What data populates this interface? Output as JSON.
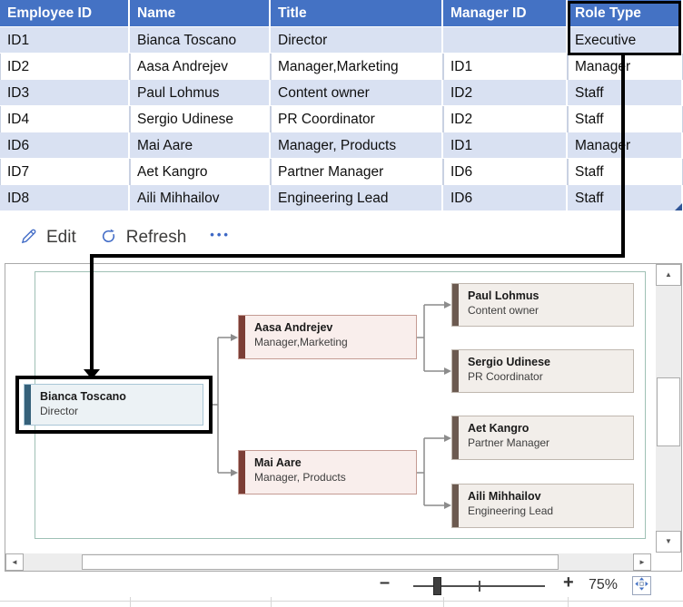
{
  "table": {
    "headers": [
      "Employee ID",
      "Name",
      "Title",
      "Manager ID",
      "Role Type"
    ],
    "rows": [
      {
        "cells": [
          "ID1",
          "Bianca Toscano",
          "Director",
          "",
          "Executive"
        ]
      },
      {
        "cells": [
          "ID2",
          "Aasa Andrejev",
          "Manager,Marketing",
          "ID1",
          "Manager"
        ]
      },
      {
        "cells": [
          "ID3",
          "Paul Lohmus",
          "Content owner",
          "ID2",
          "Staff"
        ]
      },
      {
        "cells": [
          "ID4",
          "Sergio Udinese",
          "PR Coordinator",
          "ID2",
          "Staff"
        ]
      },
      {
        "cells": [
          "ID6",
          "Mai Aare",
          "Manager, Products",
          "ID1",
          "Manager"
        ]
      },
      {
        "cells": [
          "ID7",
          "Aet Kangro",
          "Partner Manager",
          "ID6",
          "Staff"
        ]
      },
      {
        "cells": [
          "ID8",
          "Aili Mihhailov",
          "Engineering Lead",
          "ID6",
          "Staff"
        ]
      }
    ]
  },
  "toolbar": {
    "edit": "Edit",
    "refresh": "Refresh",
    "more": "•••"
  },
  "org_chart": {
    "nodes": [
      {
        "name": "Bianca Toscano",
        "title": "Director"
      },
      {
        "name": "Aasa Andrejev",
        "title": "Manager,Marketing"
      },
      {
        "name": "Mai Aare",
        "title": "Manager, Products"
      },
      {
        "name": "Paul Lohmus",
        "title": "Content owner"
      },
      {
        "name": "Sergio Udinese",
        "title": "PR Coordinator"
      },
      {
        "name": "Aet Kangro",
        "title": "Partner Manager"
      },
      {
        "name": "Aili Mihhailov",
        "title": "Engineering Lead"
      }
    ]
  },
  "zoom_controls": {
    "level": "75%"
  },
  "icons": {
    "scroll_up": "▲",
    "scroll_down": "▼",
    "scroll_left": "◄",
    "scroll_right": "►",
    "minus": "–",
    "plus": "+"
  },
  "colors": {
    "header_bg": "#4472C4",
    "band_bg": "#D9E1F2",
    "executive_accent": "#35617A",
    "manager_accent": "#7C3E36",
    "staff_accent": "#6C5A50",
    "toolbar_icon": "#3D68C5",
    "page_border": "#9FC0B5",
    "annotation": "#000000"
  }
}
